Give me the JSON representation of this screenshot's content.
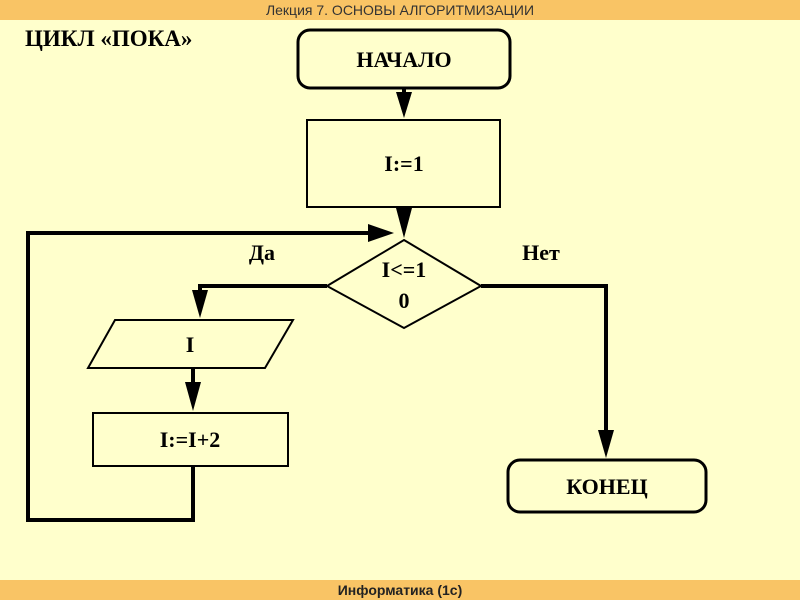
{
  "header": {
    "text": "Лекция 7. ОСНОВЫ АЛГОРИТМИЗАЦИИ"
  },
  "slide_title": "ЦИКЛ «ПОКА»",
  "flowchart": {
    "start": "НАЧАЛО",
    "init": "I:=1",
    "condition_line1": "I<=1",
    "condition_line2": "0",
    "yes_label": "Да",
    "no_label": "Нет",
    "output": "I",
    "increment": "I:=I+2",
    "end": "КОНЕЦ"
  },
  "footer": {
    "text": "Информатика (1с)"
  }
}
